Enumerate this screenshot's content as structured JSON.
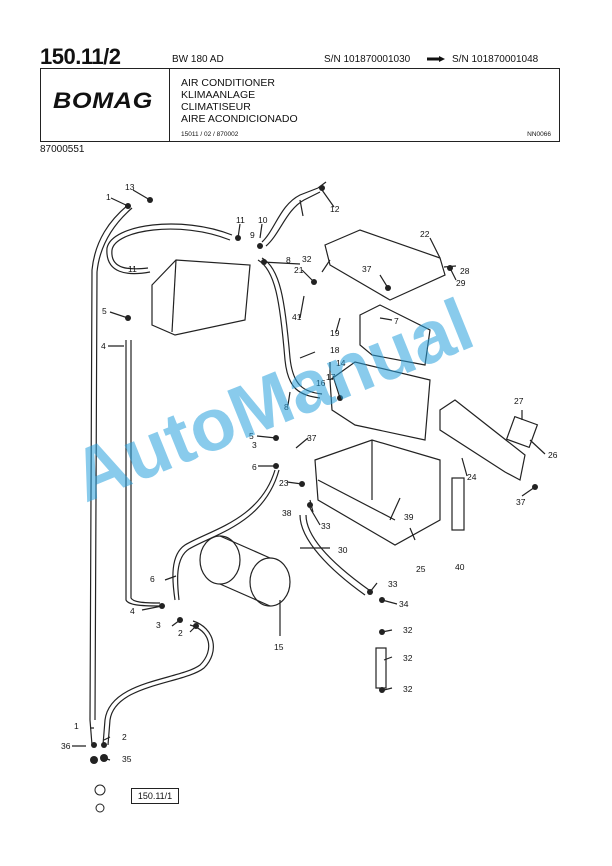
{
  "header": {
    "page_number": "150.11/2",
    "model": "BW 180 AD",
    "sn_from": "S/N 101870001030",
    "sn_to": "S/N 101870001048",
    "logo_text": "BOMAG",
    "titles": [
      "AIR CONDITIONER",
      "KLIMAANLAGE",
      "CLIMATISEUR",
      "AIRE ACONDICIONADO"
    ],
    "ref_code": "15011 / 02 / 870002",
    "sub_code": "NN0066",
    "doc_number": "87000551"
  },
  "diagram": {
    "callouts": [
      "1",
      "13",
      "11",
      "10",
      "9",
      "12",
      "8",
      "22",
      "32",
      "21",
      "28",
      "29",
      "37",
      "11",
      "5",
      "41",
      "19",
      "7",
      "4",
      "18",
      "14",
      "16",
      "17",
      "8",
      "27",
      "5",
      "37",
      "3",
      "6",
      "26",
      "24",
      "23",
      "33",
      "38",
      "39",
      "37",
      "30",
      "40",
      "6",
      "25",
      "15",
      "4",
      "33",
      "3",
      "2",
      "34",
      "32",
      "32",
      "32",
      "1",
      "2",
      "36",
      "35"
    ],
    "cross_reference": "150.11/1"
  },
  "watermark": "AutoManual"
}
